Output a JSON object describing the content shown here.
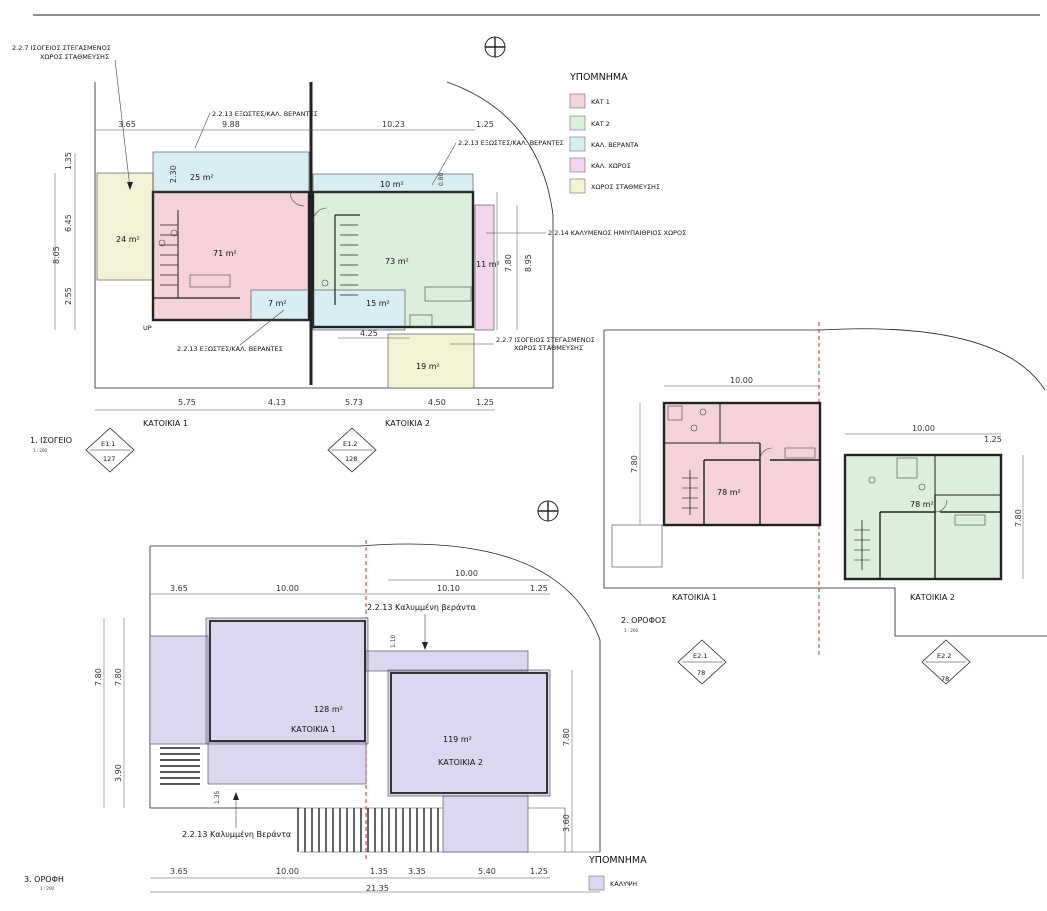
{
  "colors": {
    "kat1": "#f4d3d8",
    "kat2": "#dcefdc",
    "veranta": "#d8eef2",
    "kal_xoros": "#f3d5ef",
    "parking": "#f2f3d4",
    "roof": "#dcd7f0",
    "property_line": "#d22828"
  },
  "legend_top": {
    "title": "ΥΠΟΜΝΗΜΑ",
    "items": [
      "ΚΑΤ 1",
      "ΚΑΤ 2",
      "ΚΑΛ. ΒΕΡΑΝΤΑ",
      "ΚΑΛ. ΧΩΡΟΣ",
      "ΧΩΡΟΣ ΣΤΑΘΜΕΥΣΗΣ"
    ]
  },
  "legend_bottom": {
    "title": "ΥΠΟΜΝΗΜΑ",
    "items": [
      "ΚΑΛΥΨΗ"
    ]
  },
  "ground": {
    "title": "1. ΙΣΟΓΕΙΟ",
    "scale": "1 : 200",
    "house1": "ΚΑΤΟΙΚΙΑ 1",
    "house2": "ΚΑΤΟΙΚΙΑ 2",
    "areas": {
      "parking_left": "24 m²",
      "veranda_top": "25 m²",
      "kat1": "71 m²",
      "veranda_top2": "10 m²",
      "kat2": "73 m²",
      "kal_xoros": "11 m²",
      "veranda_mid1": "7 m²",
      "veranda_mid2": "15 m²",
      "parking_bottom": "19 m²"
    },
    "annotations": {
      "a1_line1": "2.2.7 ΙΣΟΓΕΙΟΣ ΣΤΕΓΑΣΜΕΝΟΣ",
      "a1_line2": "ΧΩΡΟΣ ΣΤΑΘΜΕΥΣΗΣ",
      "a2": "2.2.13 ΕΞΩΣΤΕΣ/ΚΑΛ. ΒΕΡΑΝΤΕΣ",
      "a3": "2.2.13 ΕΞΩΣΤΕΣ/ΚΑΛ. ΒΕΡΑΝΤΕΣ",
      "a4": "2.2.14 ΚΑΛΥΜΕΝΟΣ ΗΜΙΥΠΑΙΘΡΙΟΣ ΧΩΡΟΣ",
      "a5": "2.2.13 ΕΞΩΣΤΕΣ/ΚΑΛ. ΒΕΡΑΝΤΕΣ",
      "a6_line1": "2.2.7 ΙΣΟΓΕΙΟΣ ΣΤΕΓΑΣΜΕΝΟΣ",
      "a6_line2": "ΧΩΡΟΣ ΣΤΑΘΜΕΥΣΗΣ",
      "up": "UP"
    },
    "dims_top": [
      "3.65",
      "9.88",
      "10.23",
      "1.25"
    ],
    "dims_bottom": [
      "5.75",
      "4.13",
      "5.73",
      "4.50",
      "1.25"
    ],
    "dims_left": [
      "1.35",
      "6.45",
      "2.55",
      "8.05"
    ],
    "dim_230": "2.30",
    "dim_080": "0.80",
    "dim_425": "4.25",
    "dims_right": [
      "7.80",
      "8.95"
    ],
    "tags": [
      {
        "code": "E1.1",
        "num": "127"
      },
      {
        "code": "E1.2",
        "num": "128"
      }
    ]
  },
  "upper": {
    "title": "2. ΟΡΟΦΟΣ",
    "scale": "1 : 200",
    "house1": "ΚΑΤΟΙΚΙΑ 1",
    "house2": "ΚΑΤΟΙΚΙΑ 2",
    "area1": "78 m²",
    "area2": "78 m²",
    "dim_top1": "10.00",
    "dim_top2": "10.00",
    "dim_top3": "1.25",
    "dim_left": "7.80",
    "dim_right": "7.80",
    "tags": [
      {
        "code": "E2.1",
        "num": "78"
      },
      {
        "code": "E2.2",
        "num": "78"
      }
    ]
  },
  "roof": {
    "title": "3. ΟΡΟΦΗ",
    "scale": "1 : 200",
    "house1": "ΚΑΤΟΙΚΙΑ 1",
    "house2": "ΚΑΤΟΙΚΙΑ 2",
    "area1": "128 m²",
    "area2": "119 m²",
    "ann_top": "2.2.13 Καλυμμένη βεράντα",
    "ann_bottom": "2.2.13 Καλυμμένη Βεράντα",
    "dims_top1": [
      "3.65",
      "10.00"
    ],
    "dims_top2": [
      "10.00",
      "10.10",
      "1.25"
    ],
    "dims_bottom": [
      "3.65",
      "10.00",
      "1.35",
      "3.35",
      "5.40",
      "1.25"
    ],
    "dim_total": "21.35",
    "dims_left_outer": [
      "7.80",
      "3.90"
    ],
    "dim_left_inner": "7.80",
    "dim_110": "1.10",
    "dim_135": "1.35",
    "dims_right": [
      "7.80",
      "3.60"
    ]
  }
}
